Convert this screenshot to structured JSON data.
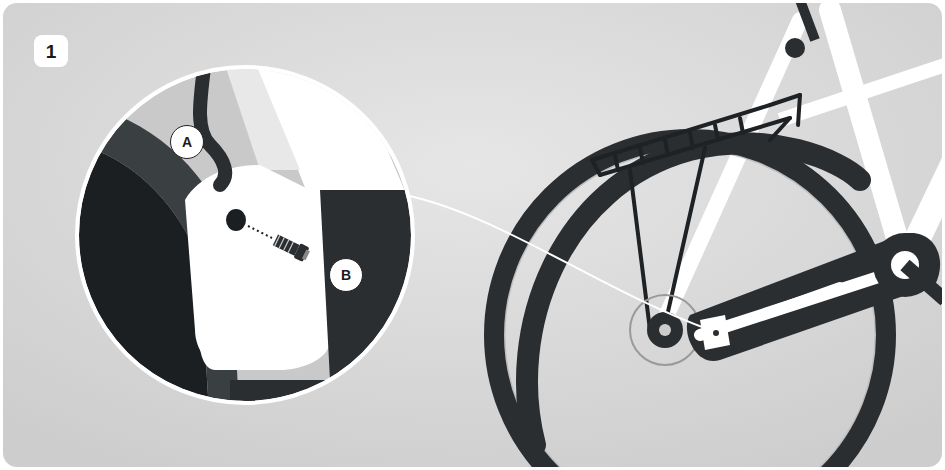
{
  "diagram": {
    "nodes": [
      {
        "text": [
          "1"
        ]
      },
      {
        "text": [
          "A"
        ]
      },
      {
        "text": [
          "B"
        ]
      }
    ]
  }
}
